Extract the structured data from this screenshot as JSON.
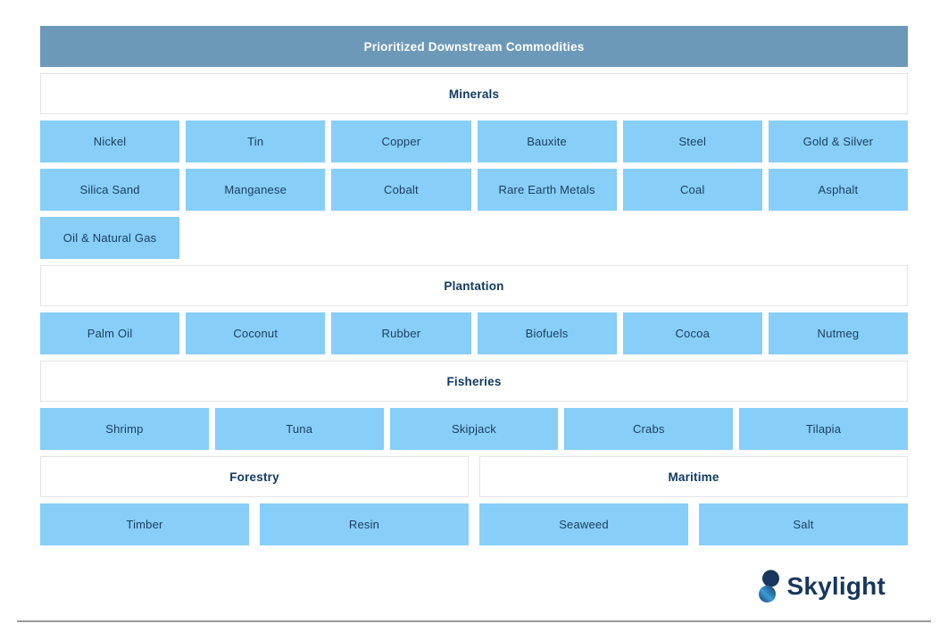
{
  "title_bar": {
    "label": "Prioritized Downstream Commodities"
  },
  "sections": {
    "minerals": {
      "title": "Minerals",
      "items": [
        "Nickel",
        "Tin",
        "Copper",
        "Bauxite",
        "Steel",
        "Gold & Silver",
        "Silica Sand",
        "Manganese",
        "Cobalt",
        "Rare Earth Metals",
        "Coal",
        "Asphalt",
        "Oil & Natural Gas"
      ]
    },
    "plantation": {
      "title": "Plantation",
      "items": [
        "Palm Oil",
        "Coconut",
        "Rubber",
        "Biofuels",
        "Cocoa",
        "Nutmeg"
      ]
    },
    "fisheries": {
      "title": "Fisheries",
      "items": [
        "Shrimp",
        "Tuna",
        "Skipjack",
        "Crabs",
        "Tilapia"
      ]
    },
    "forestry": {
      "title": "Forestry",
      "items": [
        "Timber",
        "Resin"
      ]
    },
    "maritime": {
      "title": "Maritime",
      "items": [
        "Seaweed",
        "Salt"
      ]
    }
  },
  "footer": {
    "brand": "Skylight",
    "logo_icon": "skylight-s-mark"
  },
  "colors": {
    "banner_bg": "#6D99B8",
    "banner_text": "#FFFFFF",
    "box_bg": "#87CEF8",
    "navy_text": "#17375E",
    "section_border": "#E4E4E4",
    "divider": "#9B9B9B"
  }
}
